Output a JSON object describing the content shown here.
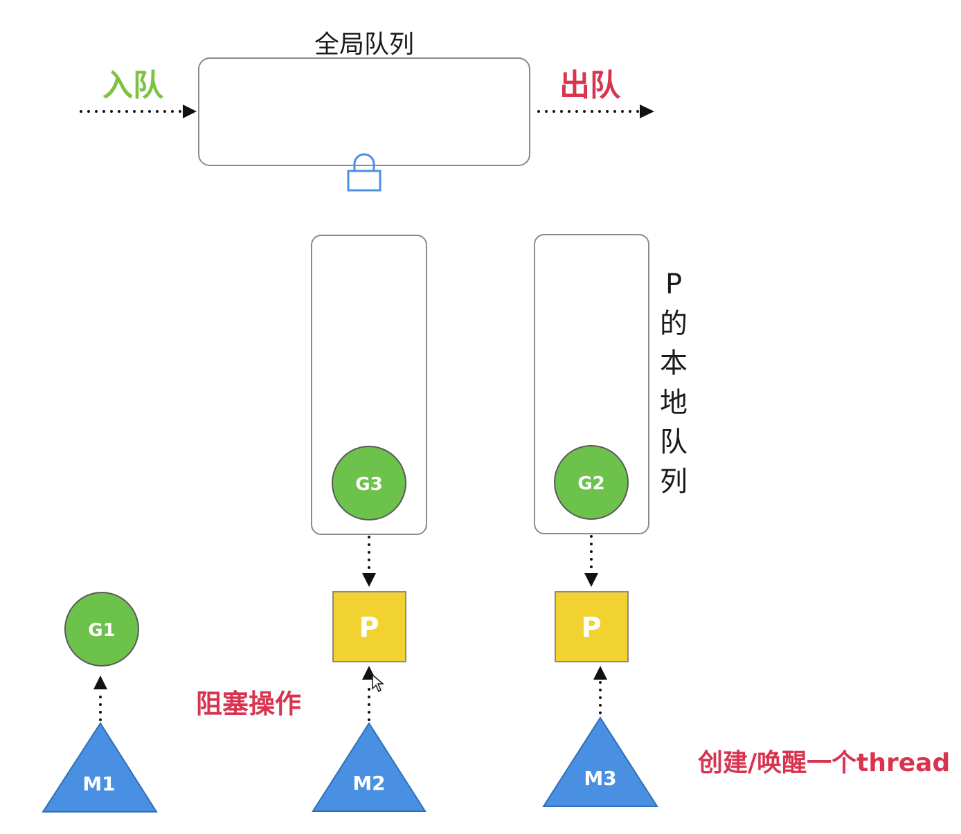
{
  "global_queue": {
    "title": "全局队列",
    "enqueue_label": "入队",
    "dequeue_label": "出队"
  },
  "local_queue": {
    "label_chars": [
      "P",
      "的",
      "本",
      "地",
      "队",
      "列"
    ]
  },
  "goroutines": {
    "g1": "G1",
    "g2": "G2",
    "g3": "G3"
  },
  "processors": {
    "p_left": "P",
    "p_right": "P"
  },
  "machines": {
    "m1": "M1",
    "m2": "M2",
    "m3": "M3"
  },
  "annotations": {
    "blocking": "阻塞操作",
    "create_wake": "创建/唤醒一个thread"
  },
  "colors": {
    "goroutine_fill": "#6cc24a",
    "processor_fill": "#f2d230",
    "machine_fill": "#4a90e2",
    "lock_stroke": "#4a90e2",
    "enqueue_text": "#7dc242",
    "dequeue_text": "#d8344f",
    "annotation_text": "#d8344f"
  },
  "icons": {
    "lock": "lock-icon",
    "arrow": "arrow-head-icon"
  }
}
